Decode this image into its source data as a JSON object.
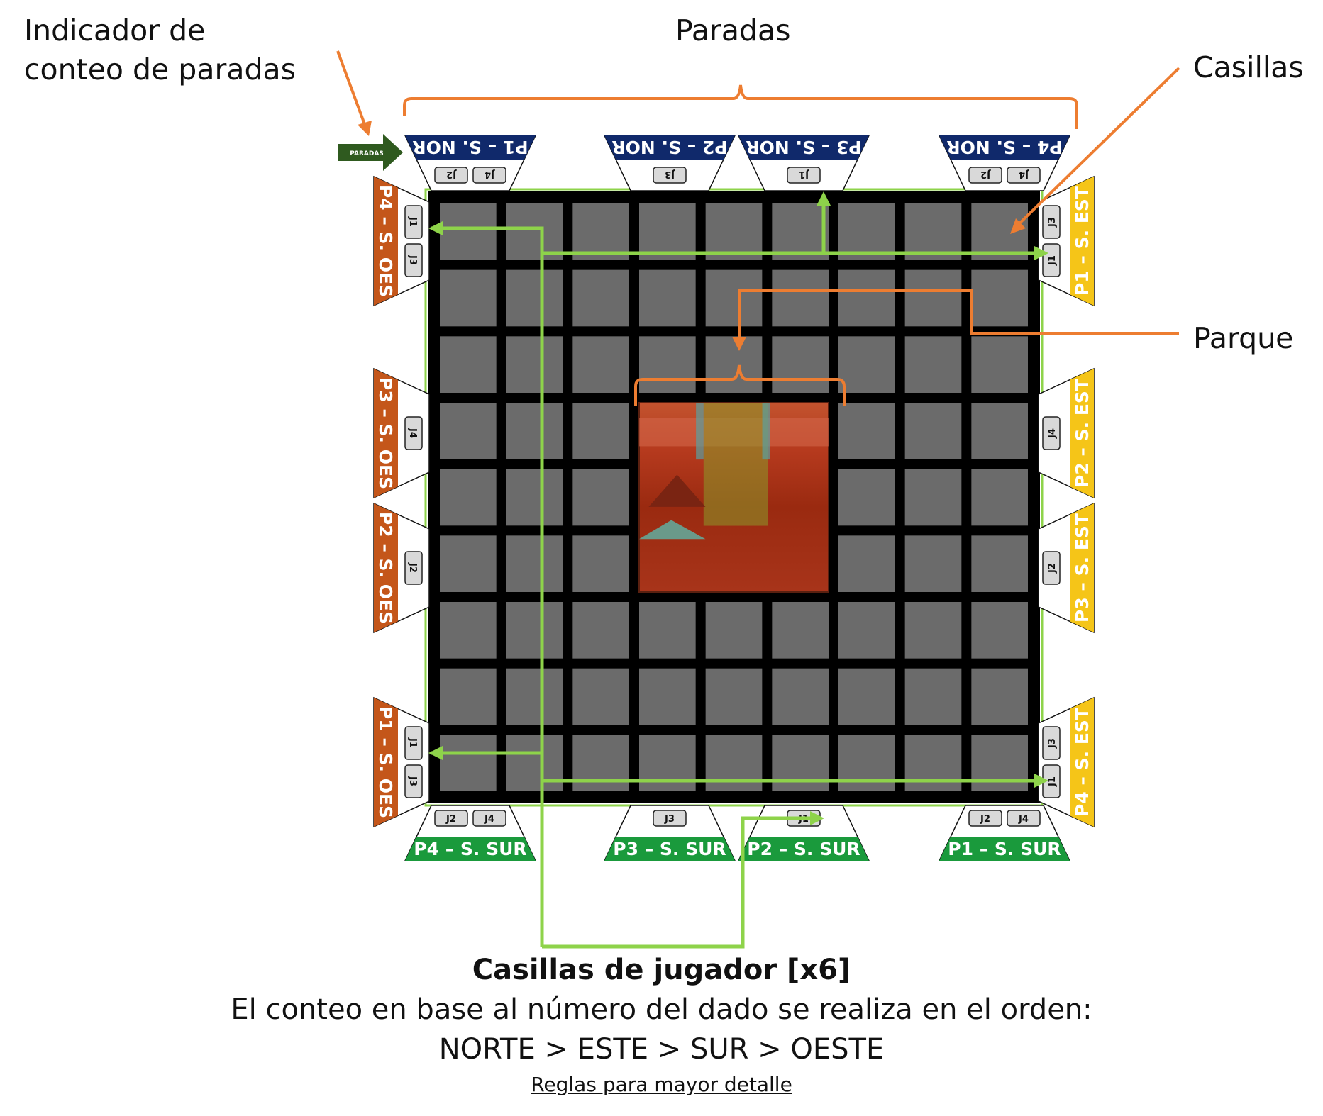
{
  "labels": {
    "stop_counter": [
      "Indicador de",
      "conteo de paradas"
    ],
    "stops": "Paradas",
    "cells": "Casillas",
    "park": "Parque"
  },
  "stop_counter_tag": "PARADAS",
  "footer": {
    "title": "Casillas de jugador [x6]",
    "line1": "El conteo en base al número del dado se realiza en el orden:",
    "line2": "NORTE > ESTE > SUR > OESTE",
    "link": "Reglas para mayor detalle"
  },
  "grid": {
    "rows": 9,
    "cols": 9,
    "park_cells": "rows 4-6, cols 4-6"
  },
  "stations": {
    "north": [
      {
        "label": "P1 – S. NOR",
        "slots": [
          "J2",
          "J4"
        ]
      },
      {
        "label": "P2 – S. NOR",
        "slots": [
          "J3"
        ]
      },
      {
        "label": "P3 – S. NOR",
        "slots": [
          "J1"
        ]
      },
      {
        "label": "P4 – S. NOR",
        "slots": [
          "J2",
          "J4"
        ]
      }
    ],
    "south": [
      {
        "label": "P4 – S. SUR",
        "slots": [
          "J2",
          "J4"
        ]
      },
      {
        "label": "P3 – S. SUR",
        "slots": [
          "J3"
        ]
      },
      {
        "label": "P2 – S. SUR",
        "slots": [
          "J1"
        ]
      },
      {
        "label": "P1 – S. SUR",
        "slots": [
          "J2",
          "J4"
        ]
      }
    ],
    "west": [
      {
        "label": "P4 – S. OES",
        "slots": [
          "J1",
          "J3"
        ]
      },
      {
        "label": "P3 – S. OES",
        "slots": [
          "J4"
        ]
      },
      {
        "label": "P2 – S. OES",
        "slots": [
          "J2"
        ]
      },
      {
        "label": "P1 – S. OES",
        "slots": [
          "J1",
          "J3"
        ]
      }
    ],
    "east": [
      {
        "label": "P1 – S. EST",
        "slots": [
          "J3",
          "J1"
        ]
      },
      {
        "label": "P2 – S. EST",
        "slots": [
          "J4"
        ]
      },
      {
        "label": "P3 – S. EST",
        "slots": [
          "J2"
        ]
      },
      {
        "label": "P4 – S. EST",
        "slots": [
          "J3",
          "J1"
        ]
      }
    ]
  },
  "colors": {
    "north": "#10296b",
    "south": "#1a9a3c",
    "west": "#c4561a",
    "east": "#f5c518",
    "callout": "#ed7d31",
    "connector": "#8ed34a",
    "cell": "#6b6b6b",
    "board": "#000000",
    "indicator": "#2f5a1f"
  }
}
